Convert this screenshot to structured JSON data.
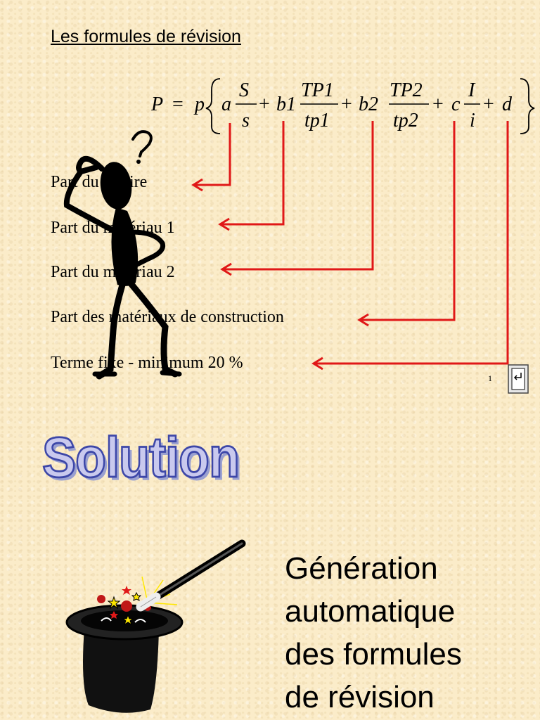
{
  "slide": {
    "title": "Les formules de révision",
    "number": "1"
  },
  "formula": {
    "lhs": "P",
    "equals": "=",
    "p": "p",
    "terms": [
      {
        "coef": "a",
        "num": "S",
        "den": "s"
      },
      {
        "coef": "b1",
        "num": "TP1",
        "den": "tp1"
      },
      {
        "coef": "b2",
        "num": "TP2",
        "den": "tp2"
      },
      {
        "coef": "c",
        "num": "I",
        "den": "i"
      }
    ],
    "plus": "+",
    "constant": "d"
  },
  "parts": [
    "Part du salaire",
    "Part du matériau 1",
    "Part du matériau 2",
    "Part des matériaux de construction",
    "Terme fixe - minimum 20 %"
  ],
  "icons": {
    "figure": "thinking-person-icon",
    "question": "question-mark-icon",
    "return": "return-button-icon",
    "hat": "magic-hat-icon",
    "wand": "magic-wand-icon"
  },
  "colors": {
    "arrow": "#e01818",
    "background": "#fbecc9",
    "solution_fill": "#c9c9ee",
    "solution_stroke": "#3d47a8"
  },
  "solution": {
    "title": "Solution",
    "lines": [
      "Génération",
      "automatique",
      "des formules",
      "de révision"
    ]
  }
}
